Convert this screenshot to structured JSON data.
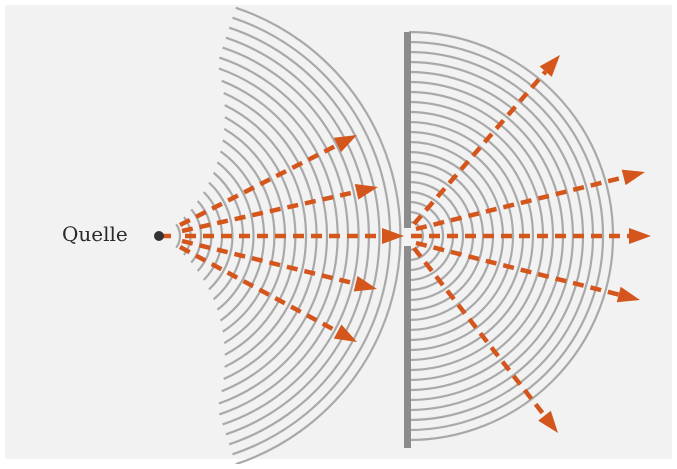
{
  "source_label": "Quelle",
  "colors": {
    "background": "#f2f2f2",
    "wave": "#a9a9a9",
    "barrier": "#8c8c8c",
    "ray": "#d4561c",
    "source_dot": "#333333"
  },
  "icons": {
    "source": "point-source-dot",
    "barrier": "slit-barrier",
    "rays": "dashed-arrow"
  }
}
